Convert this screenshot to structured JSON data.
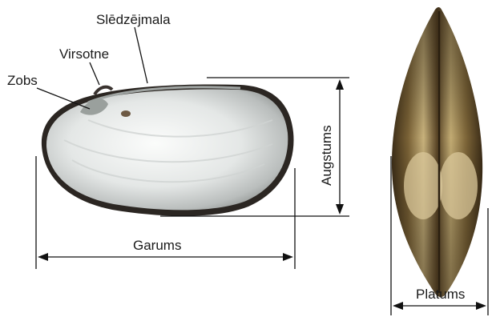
{
  "labels": {
    "hinge": "Slēdzējmala",
    "apex": "Virsotne",
    "tooth": "Zobs",
    "height": "Augstums",
    "length": "Garums",
    "width": "Platums"
  },
  "colors": {
    "line": "#111111",
    "shell_inner": "#f2f3f2",
    "shell_shadow": "#a9adac",
    "shell_rim": "#2b2622",
    "side_light": "#d9c79a",
    "side_dark": "#4a3a22"
  }
}
